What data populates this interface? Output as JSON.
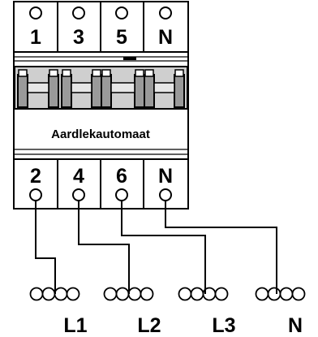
{
  "device": {
    "label": "Aardlekautomaat",
    "top_terminals": [
      "1",
      "3",
      "5",
      "N"
    ],
    "bottom_terminals": [
      "2",
      "4",
      "6",
      "N"
    ]
  },
  "busbars": {
    "labels": [
      "L1",
      "L2",
      "L3",
      "N"
    ]
  },
  "wiring": [
    {
      "from": "2",
      "to": "L1"
    },
    {
      "from": "4",
      "to": "L2"
    },
    {
      "from": "6",
      "to": "L3"
    },
    {
      "from": "N",
      "to": "N"
    }
  ],
  "colors": {
    "outline": "#000000",
    "bar_grey": "#d0d0d0",
    "switch_dark": "#8a8a8a",
    "background": "#ffffff"
  }
}
